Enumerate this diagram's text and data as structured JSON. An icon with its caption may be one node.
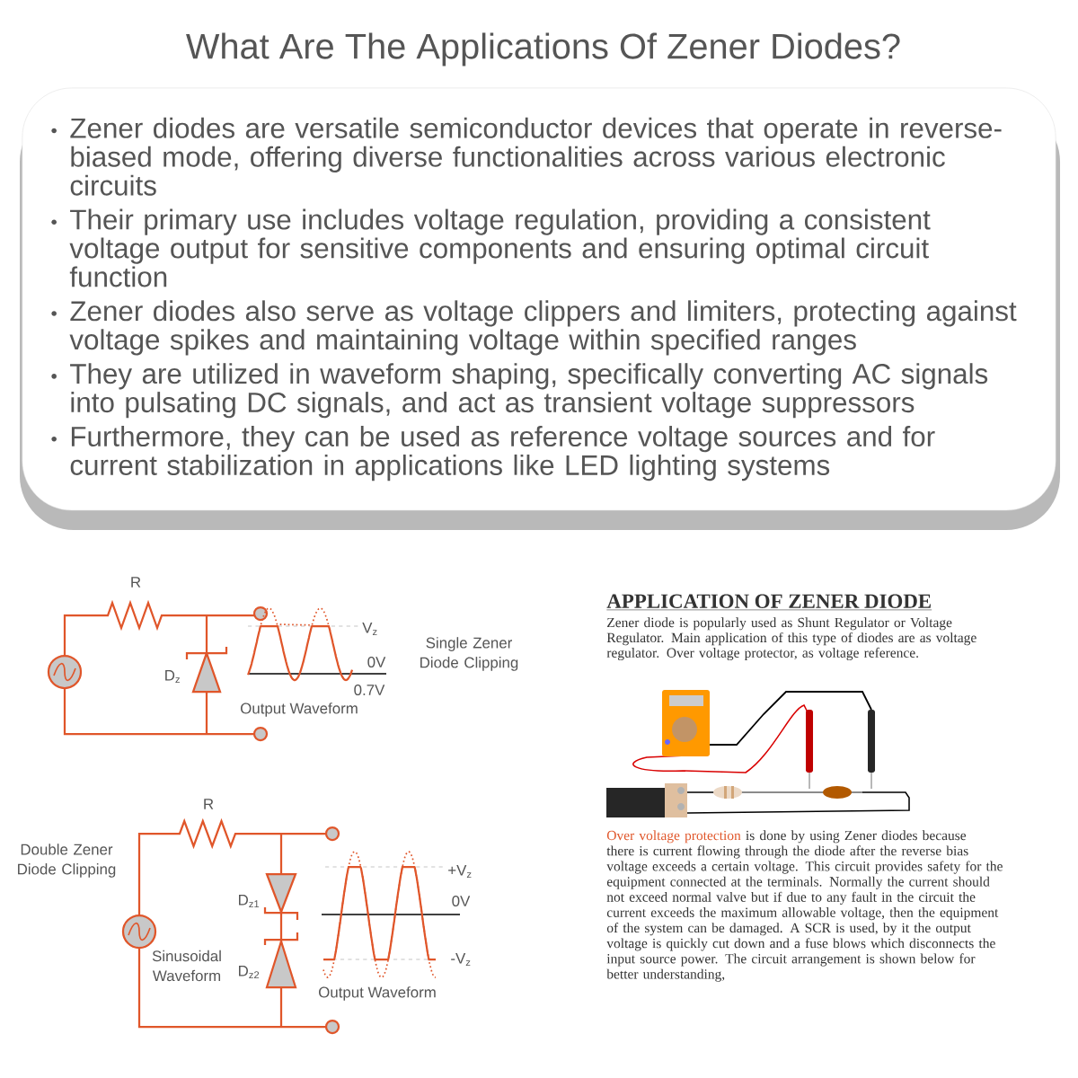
{
  "diagram": {
    "title": "What Are The Applications Of Zener Diodes?",
    "nodes": [
      {
        "text": [
          "Zener diodes are versatile semiconductor devices that operate in reverse-biased mode, offering diverse functionalities across various electronic circuits",
          "Their primary use includes voltage regulation, providing a consistent voltage output for sensitive components and ensuring optimal circuit function",
          "Zener diodes also serve as voltage clippers and limiters, protecting against voltage spikes and maintaining voltage within specified ranges",
          "They are utilized in waveform shaping, specifically converting AC signals into pulsating DC signals, and act as transient voltage suppressors",
          "Furthermore, they can be used as reference voltage sources and for current stabilization in applications like LED lighting systems"
        ]
      }
    ],
    "labels": [
      "R",
      "V$_{z}$",
      "0V",
      "0.7V",
      "D$_{z}$",
      "Output Waveform",
      "Single Zener Diode Clipping",
      "Double Zener Diode Clipping",
      "R",
      "D$_{z1}$",
      "D$_{z2}$",
      "+V$_{z}$",
      "0V",
      "-V$_{z}$",
      "Sinusoidal Waveform",
      "Output Waveform",
      "APPLICATION OF ZENER DIODE",
      "Zener diode is popularly used as Shunt Regulator or Voltage Regulator. Main application of this type of diodes are as voltage regulator. Over voltage protector, as voltage reference.",
      "Over voltage protection",
      "is done by using Zener diodes because there is current flowing through the diode after the reverse bias voltage exceeds a certain voltage. This circuit provides safety for the equipment connected at the terminals. Normally the current should not exceed normal valve but if due to any fault in the circuit the current exceeds the maximum allowable voltage, then the equipment of the system can be damaged. A SCR is used, by it the output voltage is quickly cut down and a fuse blows which disconnects the input source power. The circuit arrangement is shown below for better understanding,"
    ]
  }
}
